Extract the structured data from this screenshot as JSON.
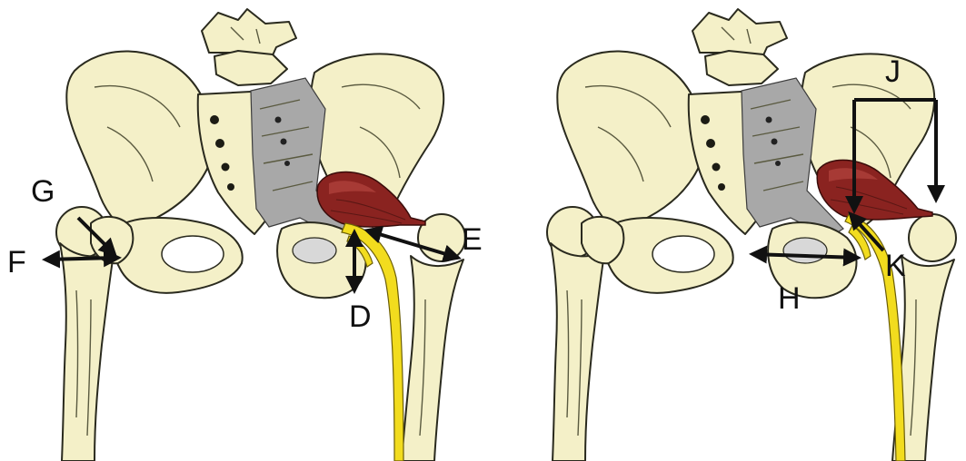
{
  "colors": {
    "bone": "#f4f0c8",
    "bone_shadow": "#d9d4a6",
    "ligament": "#a8a8a8",
    "muscle": "#8a2320",
    "muscle_highlight": "#b4453f",
    "nerve": "#f2dc1e",
    "nerve_edge": "#6b5e06",
    "arrow": "#111111"
  },
  "icons": {
    "muscle": "piriformis-muscle",
    "nerve": "sciatic-nerve"
  },
  "panels": [
    {
      "name": "left-pelvis",
      "labels": {
        "D": "D",
        "E": "E",
        "F": "F",
        "G": "G"
      }
    },
    {
      "name": "right-pelvis",
      "labels": {
        "H": "H",
        "J": "J",
        "K": "K"
      }
    }
  ]
}
